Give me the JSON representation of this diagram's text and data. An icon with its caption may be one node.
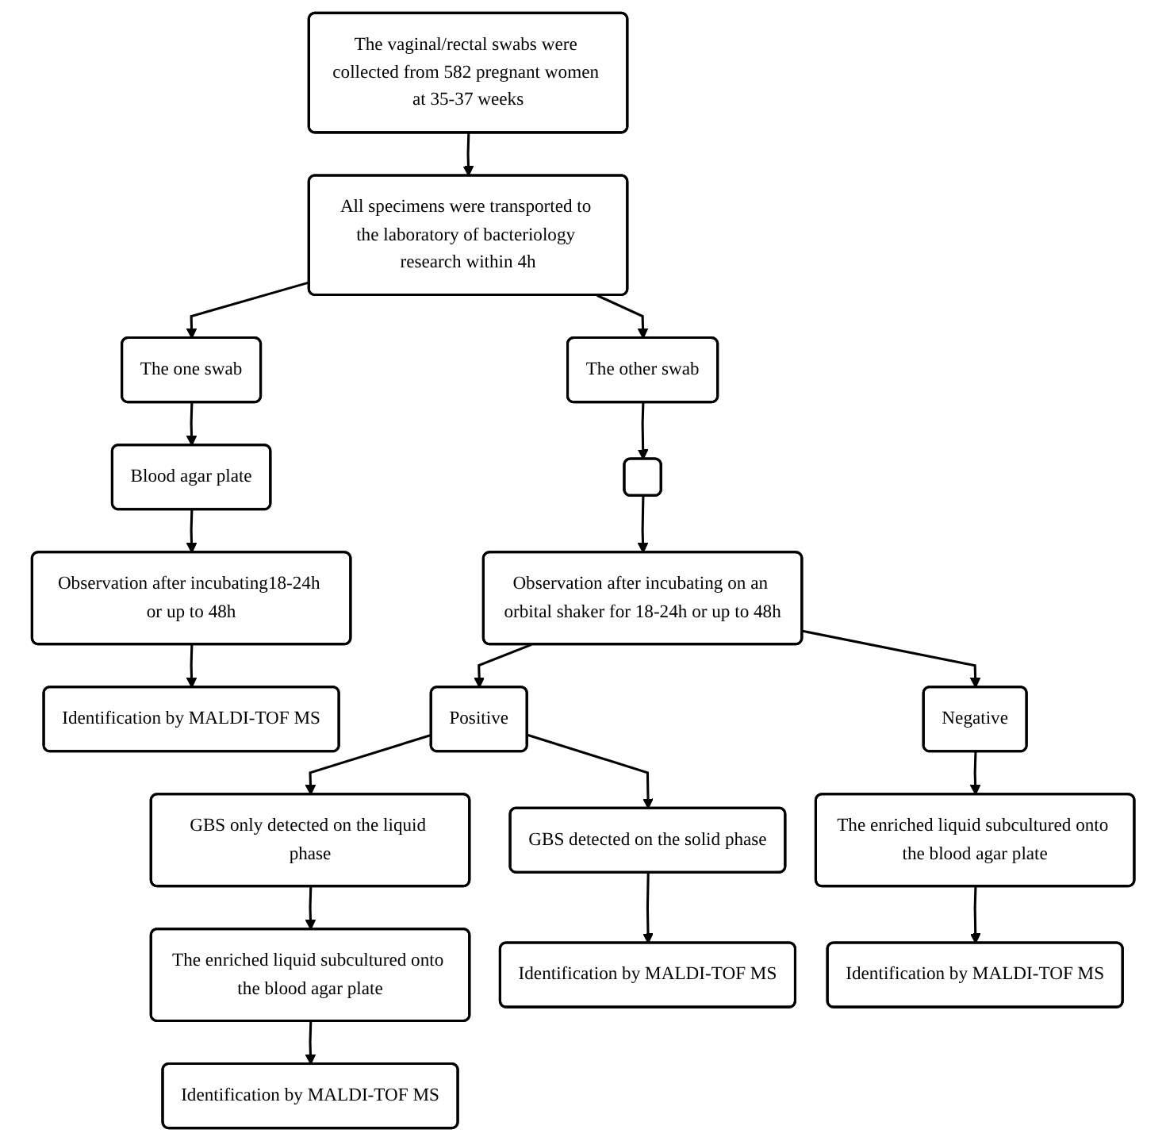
{
  "diagram": {
    "nodes": [
      {
        "text": [
          "The vaginal/rectal swabs were collected from 582 pregnant women at 35-37 weeks"
        ]
      },
      {
        "text": [
          "All specimens were transported to the laboratory of bacteriology research within 4h"
        ]
      },
      {
        "text": [
          "The one swab"
        ]
      },
      {
        "text": [
          "The other swab"
        ]
      },
      {
        "text": [
          "Blood agar plate"
        ]
      },
      {
        "text": [],
        "shape": "box"
      },
      {
        "text": [
          "Observation after incubating18-24h or up to 48h"
        ]
      },
      {
        "text": [
          "Observation after incubating on an orbital shaker for 18-24h or up to 48h"
        ]
      },
      {
        "text": [
          "Identification by MALDI-TOF MS"
        ]
      },
      {
        "text": [
          "Positive"
        ]
      },
      {
        "text": [
          "Negative"
        ]
      },
      {
        "text": [
          "GBS only detected on the liquid phase"
        ]
      },
      {
        "text": [
          "GBS detected on the solid phase"
        ]
      },
      {
        "text": [
          "The enriched liquid subcultured onto the blood agar plate"
        ]
      },
      {
        "text": [
          "The enriched liquid subcultured onto the blood agar plate"
        ]
      },
      {
        "text": [
          "Identification by MALDI-TOF MS"
        ]
      },
      {
        "text": [
          "Identification by MALDI-TOF MS"
        ]
      },
      {
        "text": [
          "Identification by MALDI-TOF MS"
        ]
      }
    ],
    "edges": [
      {
        "from": 0,
        "to": 1,
        "arrow": "to"
      },
      {
        "from": 1,
        "to": 2,
        "arrow": "to"
      },
      {
        "from": 1,
        "to": 3,
        "arrow": "to"
      },
      {
        "from": 2,
        "to": 4,
        "arrow": "to"
      },
      {
        "from": 3,
        "to": 5,
        "arrow": "to"
      },
      {
        "from": 4,
        "to": 6,
        "arrow": "to"
      },
      {
        "from": 5,
        "to": 7,
        "arrow": "to"
      },
      {
        "from": 6,
        "to": 8,
        "arrow": "to"
      },
      {
        "from": 7,
        "to": 9,
        "arrow": "to"
      },
      {
        "from": 7,
        "to": 10,
        "arrow": "to"
      },
      {
        "from": 9,
        "to": 11,
        "arrow": "to"
      },
      {
        "from": 9,
        "to": 12,
        "arrow": "to"
      },
      {
        "from": 10,
        "to": 13,
        "arrow": "to"
      },
      {
        "from": 11,
        "to": 14,
        "arrow": "to"
      },
      {
        "from": 12,
        "to": 15,
        "arrow": "to"
      },
      {
        "from": 13,
        "to": 16,
        "arrow": "to"
      },
      {
        "from": 14,
        "to": 17,
        "arrow": "to"
      }
    ]
  }
}
